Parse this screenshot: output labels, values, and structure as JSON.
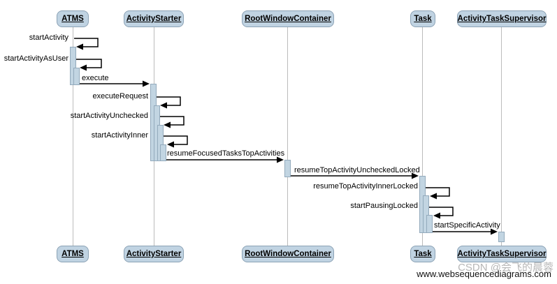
{
  "diagram": {
    "type": "uml-sequence-diagram",
    "actors": [
      {
        "name": "ATMS"
      },
      {
        "name": "ActivityStarter"
      },
      {
        "name": "RootWindowContainer"
      },
      {
        "name": "Task"
      },
      {
        "name": "ActivityTaskSupervisor"
      }
    ],
    "messages": [
      {
        "label": "startActivity",
        "from": "ATMS",
        "to": "ATMS",
        "kind": "self"
      },
      {
        "label": "startActivityAsUser",
        "from": "ATMS",
        "to": "ATMS",
        "kind": "self"
      },
      {
        "label": "execute",
        "from": "ATMS",
        "to": "ActivityStarter",
        "kind": "call"
      },
      {
        "label": "executeRequest",
        "from": "ActivityStarter",
        "to": "ActivityStarter",
        "kind": "self"
      },
      {
        "label": "startActivityUnchecked",
        "from": "ActivityStarter",
        "to": "ActivityStarter",
        "kind": "self"
      },
      {
        "label": "startActivityInner",
        "from": "ActivityStarter",
        "to": "ActivityStarter",
        "kind": "self"
      },
      {
        "label": "resumeFocusedTasksTopActivities",
        "from": "ActivityStarter",
        "to": "RootWindowContainer",
        "kind": "call"
      },
      {
        "label": "resumeTopActivityUncheckedLocked",
        "from": "RootWindowContainer",
        "to": "Task",
        "kind": "call"
      },
      {
        "label": "resumeTopActivityInnerLocked",
        "from": "Task",
        "to": "Task",
        "kind": "self"
      },
      {
        "label": "startPausingLocked",
        "from": "Task",
        "to": "Task",
        "kind": "self"
      },
      {
        "label": "startSpecificActivity",
        "from": "Task",
        "to": "ActivityTaskSupervisor",
        "kind": "call"
      }
    ],
    "colors": {
      "actor_fill": "#c0d3e2",
      "actor_border": "#8ba2b5",
      "activation_fill": "#c2d5e2",
      "activation_border": "#93aabc",
      "lifeline": "#bcbcbc",
      "arrow": "#000000",
      "watermark_gray": "#b7b7b7"
    }
  },
  "watermarks": {
    "csdn": "CSDN @会飞的晨蓉",
    "site": "www.websequencediagrams.com"
  }
}
